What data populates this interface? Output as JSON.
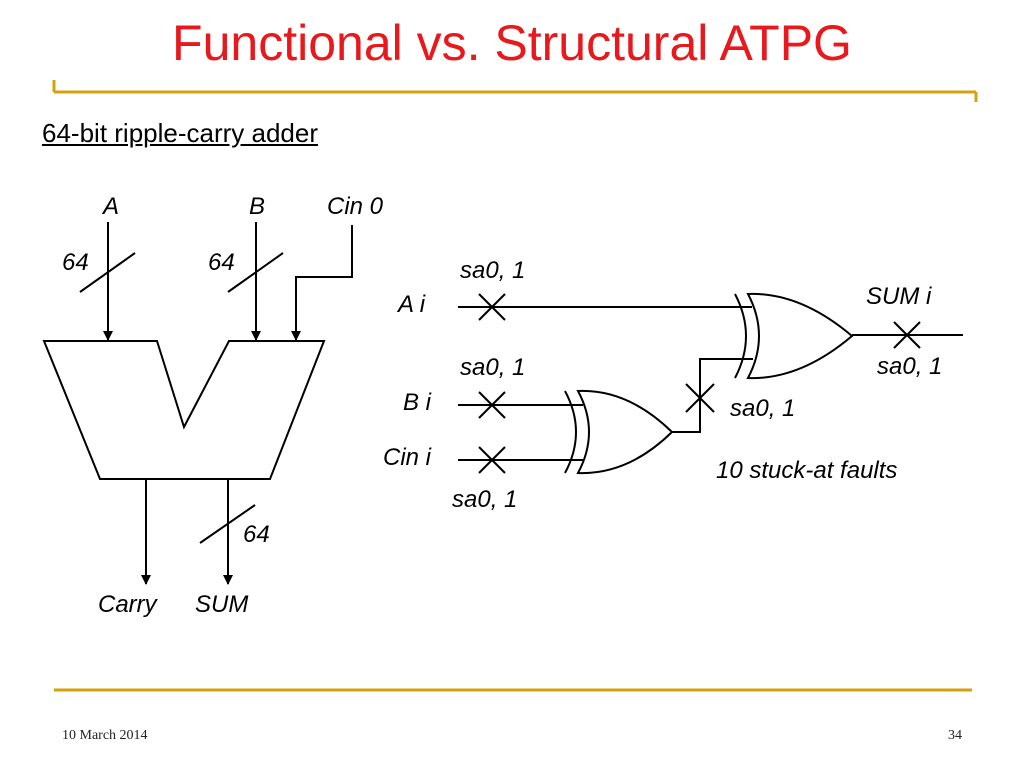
{
  "slide": {
    "title": "Functional vs. Structural ATPG",
    "subtitle": "64-bit ripple-carry adder",
    "date": "10 March 2014",
    "page_number": "34",
    "colors": {
      "title": "#e8181d",
      "rule": "#d4a20f"
    }
  },
  "adder": {
    "input_a": "A",
    "input_b": "B",
    "input_cin": "Cin 0",
    "bus_width_a": "64",
    "bus_width_b": "64",
    "bus_width_sum": "64",
    "output_carry": "Carry",
    "output_sum": "SUM"
  },
  "gate_circuit": {
    "input_a": "A i",
    "input_b": "B i",
    "input_cin": "Cin i",
    "output_sum": "SUM  i",
    "fault_a": "sa0, 1",
    "fault_b": "sa0, 1",
    "fault_cin": "sa0, 1",
    "fault_internal": "sa0, 1",
    "fault_sum": "sa0, 1",
    "fault_count_note": "10 stuck-at faults"
  }
}
